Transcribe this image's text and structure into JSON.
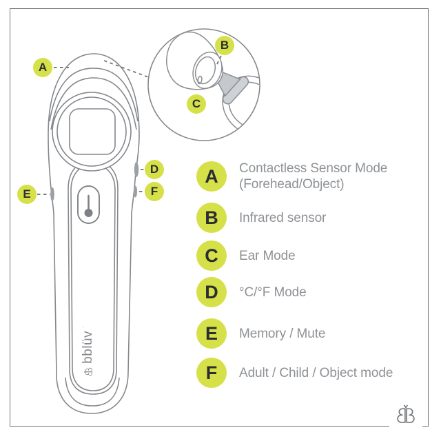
{
  "device": {
    "brand_text": "bblüv",
    "trademark_mark": "·"
  },
  "callouts": {
    "A": "A",
    "B": "B",
    "C": "C",
    "D": "D",
    "E": "E",
    "F": "F"
  },
  "legend": {
    "items": [
      {
        "letter": "A",
        "label": "Contactless Sensor Mode",
        "label2": "(Forehead/Object)"
      },
      {
        "letter": "B",
        "label": "Infrared sensor"
      },
      {
        "letter": "C",
        "label": "Ear Mode"
      },
      {
        "letter": "D",
        "label": "°C/°F Mode"
      },
      {
        "letter": "E",
        "label": "Memory / Mute"
      },
      {
        "letter": "F",
        "label": "Adult / Child / Object mode"
      }
    ]
  },
  "colors": {
    "accent_green": "#d6e048",
    "letter_dark": "#2b2e31",
    "text_grey": "#8e9195",
    "line_grey": "#84878b"
  }
}
